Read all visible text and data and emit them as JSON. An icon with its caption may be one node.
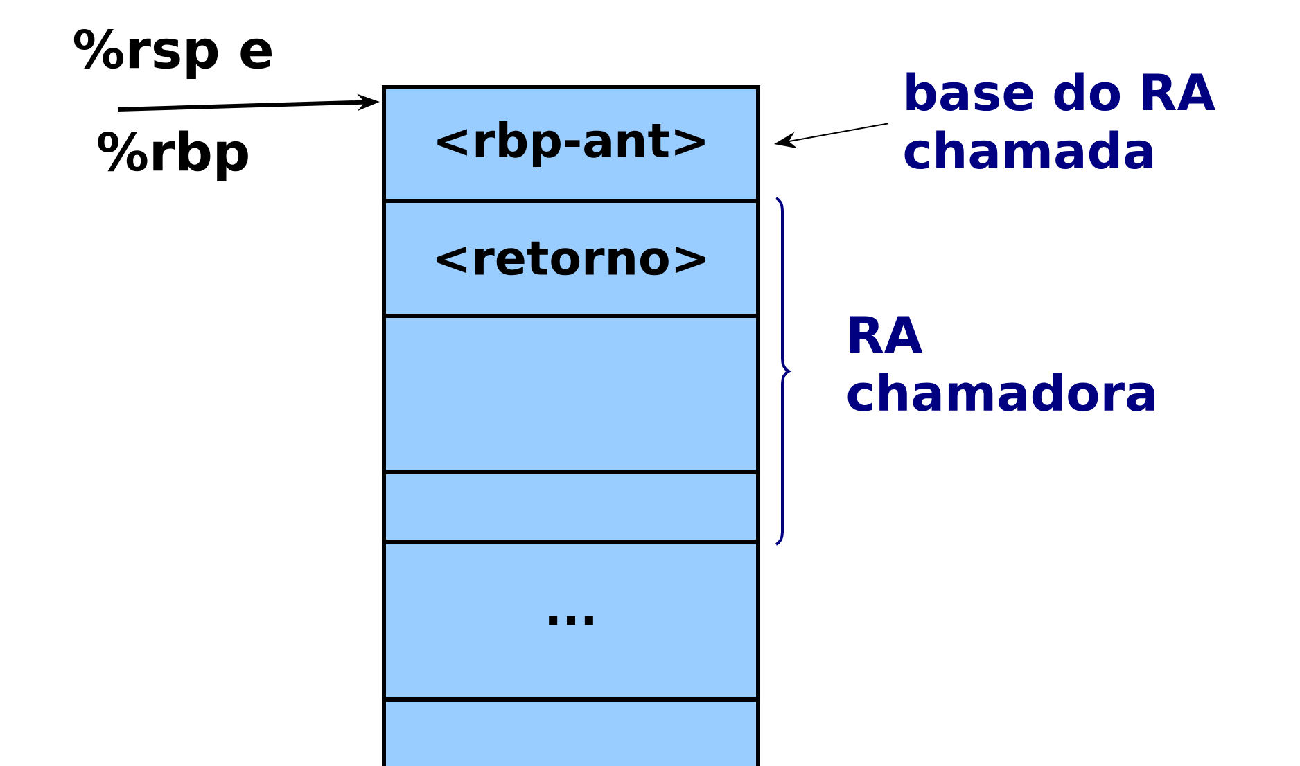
{
  "diagram": {
    "nodes": [
      {
        "text": [
          "%rsp e",
          "%rbp"
        ]
      },
      {
        "text": [
          "<rbp-ant>"
        ]
      },
      {
        "text": [
          "<retorno>"
        ]
      },
      {
        "text": [],
        "shape": "box"
      },
      {
        "text": [],
        "shape": "box"
      },
      {
        "text": [
          "..."
        ]
      },
      {
        "text": [],
        "shape": "box"
      },
      {
        "text": [
          "base do RA chamada"
        ]
      }
    ],
    "edges": [
      {
        "from": 0,
        "to": 1,
        "arrow": "to",
        "style": "thick"
      },
      {
        "from": 7,
        "to": 1,
        "arrow": "to"
      }
    ],
    "labels": [
      "RA chamadora"
    ]
  }
}
